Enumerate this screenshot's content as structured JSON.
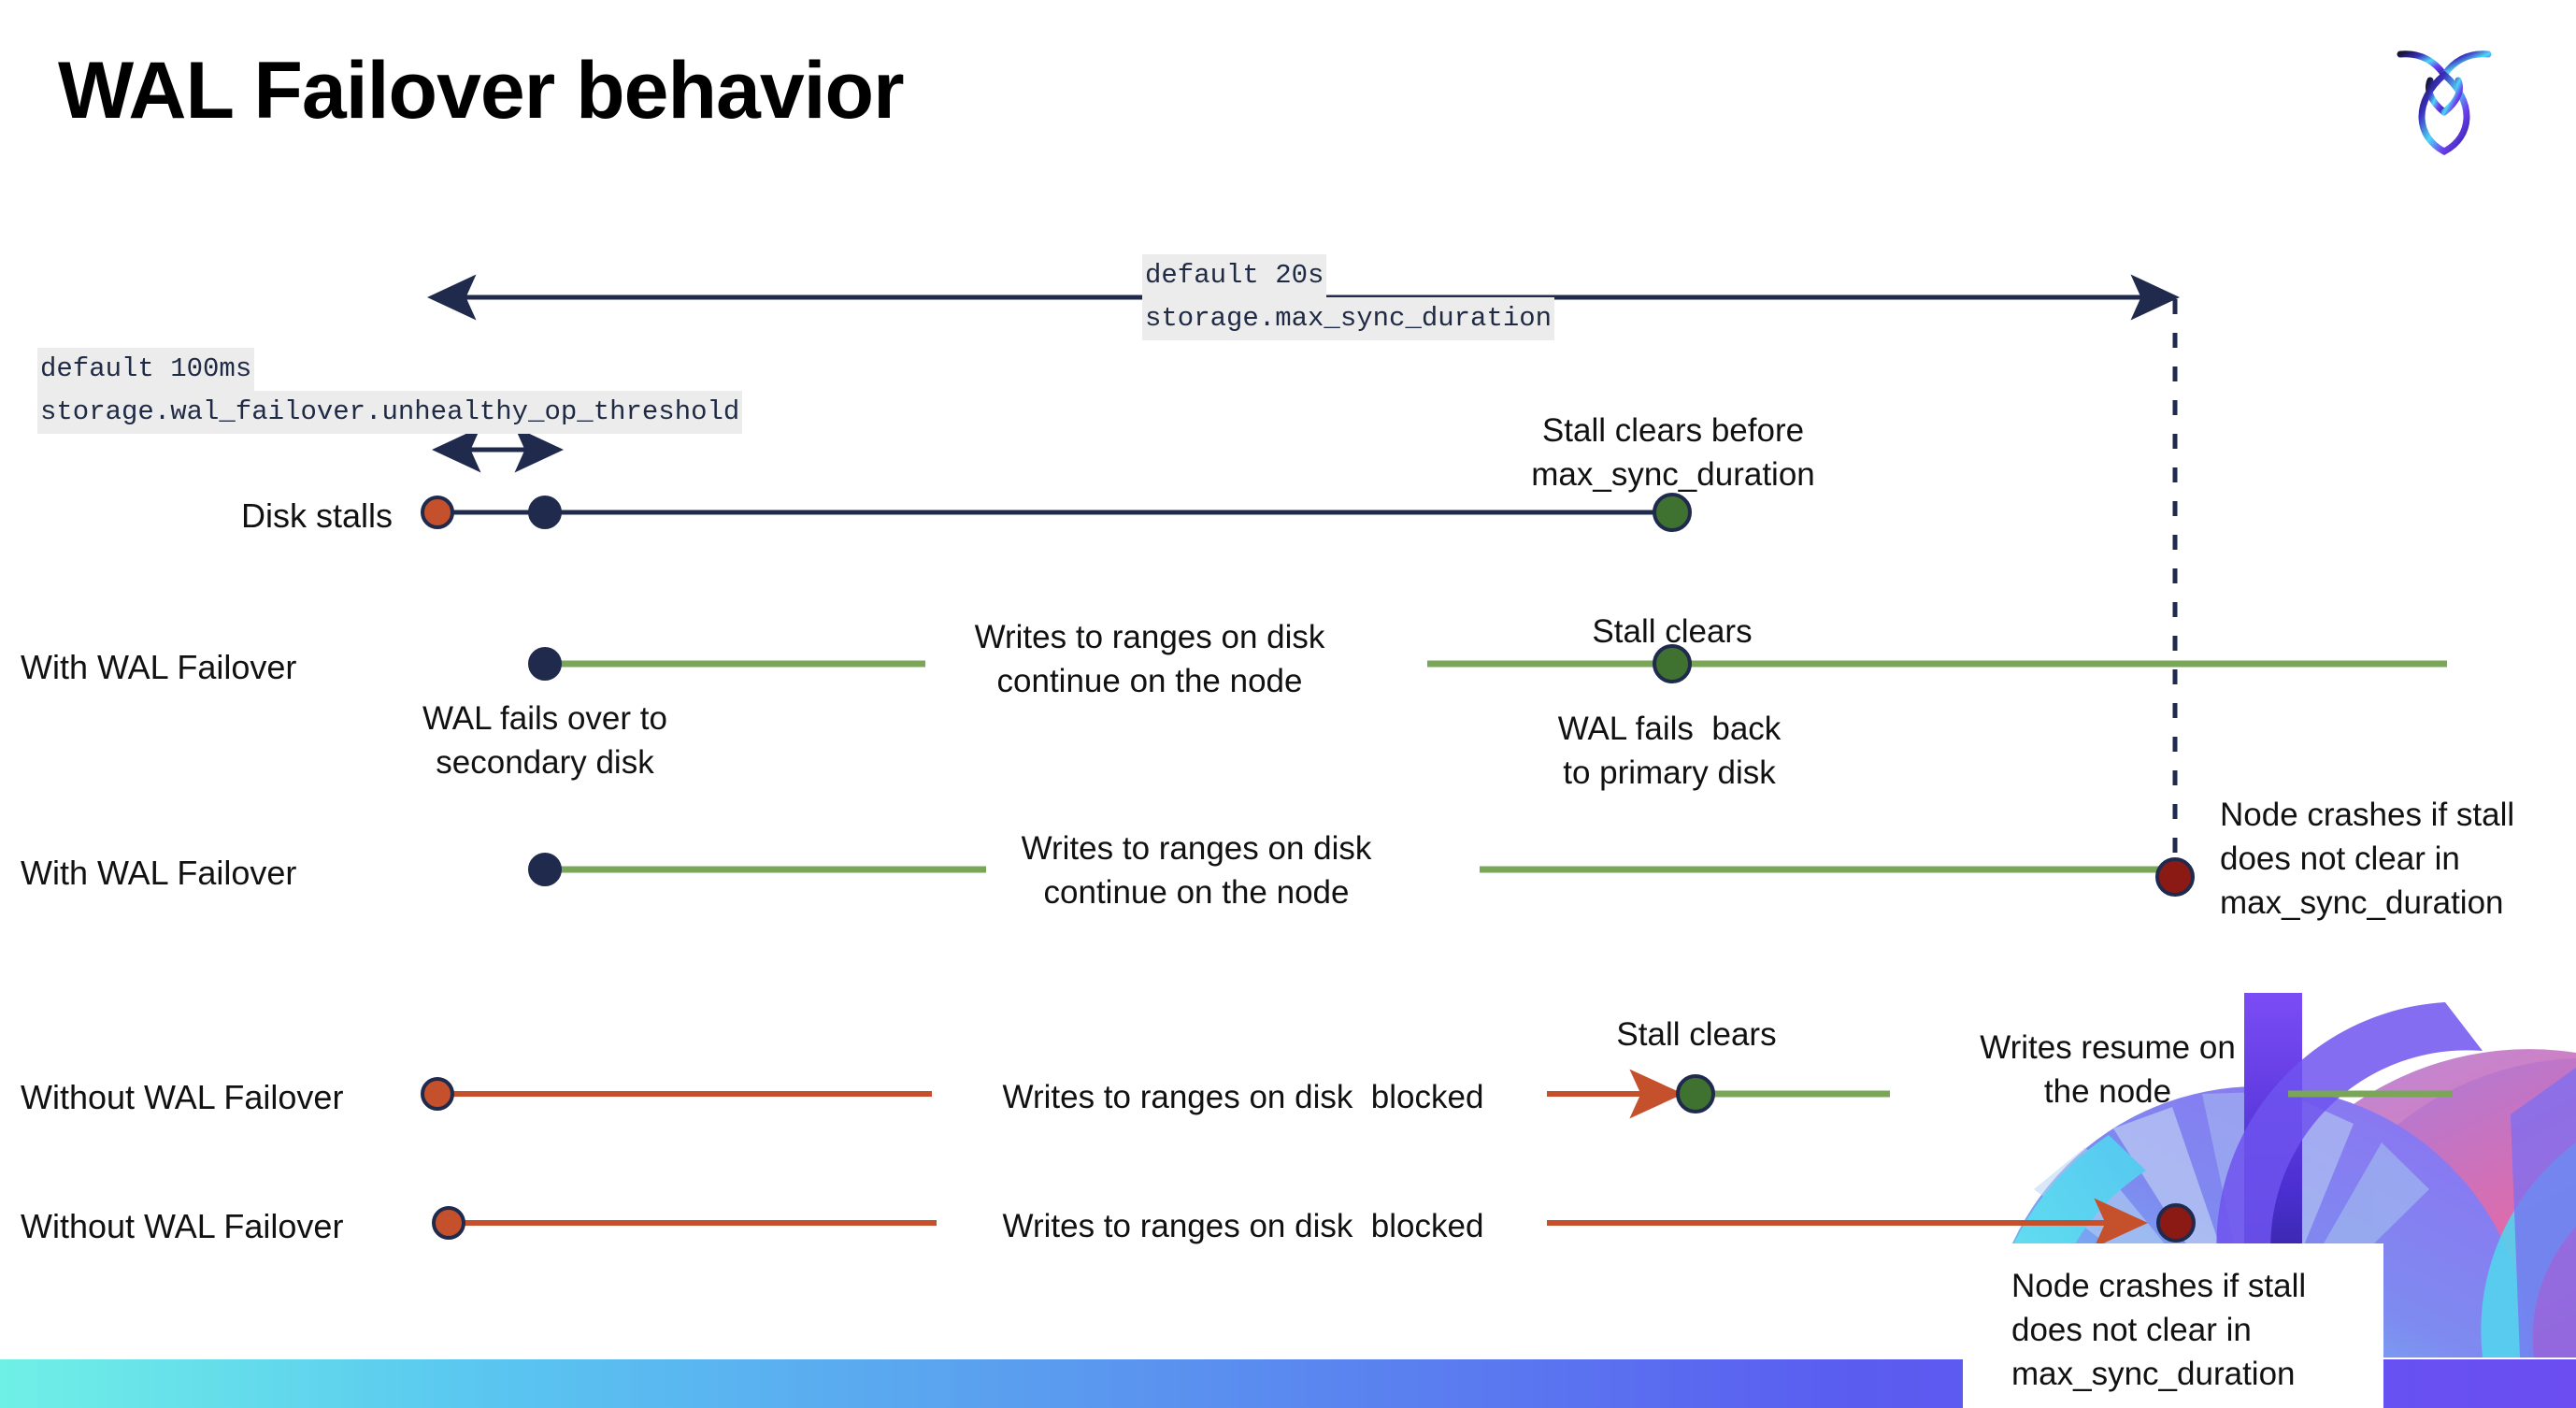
{
  "slide": {
    "title": "WAL Failover behavior",
    "logo_name": "cockroachdb-logo"
  },
  "annotations": {
    "max_sync": {
      "line1": "default 20s",
      "line2": "storage.max_sync_duration"
    },
    "unhealthy_threshold": {
      "line1": "default 100ms",
      "line2": "storage.wal_failover.unhealthy_op_threshold"
    }
  },
  "rows": [
    {
      "id": "disk-stalls",
      "label": "Disk stalls",
      "note_right": "Stall clears before\nmax_sync_duration"
    },
    {
      "id": "with-wal-failover-recovers",
      "label": "With WAL Failover",
      "note_below_start": "WAL fails over to\nsecondary disk",
      "note_mid": "Writes to ranges on disk\ncontinue on the node",
      "note_above_end": "Stall clears",
      "note_below_end": "WAL fails  back\nto primary disk"
    },
    {
      "id": "with-wal-failover-crashes",
      "label": "With WAL Failover",
      "note_mid": "Writes to ranges on disk\ncontinue on the node",
      "note_right": "Node crashes if stall\ndoes not clear in\nmax_sync_duration"
    },
    {
      "id": "without-wal-failover-recovers",
      "label": "Without WAL Failover",
      "note_mid": "Writes to ranges on disk  blocked",
      "note_above_end": "Stall clears",
      "note_right": "Writes resume on\nthe node"
    },
    {
      "id": "without-wal-failover-crashes",
      "label": "Without WAL Failover",
      "note_mid": "Writes to ranges on disk  blocked",
      "note_callout": "Node crashes if stall\ndoes not clear in\nmax_sync_duration"
    }
  ],
  "legend_colors": {
    "navy": "#1f2a4d",
    "stall_start_orange": "#c4502c",
    "stall_clear_green": "#3f7230",
    "crash_dark_red": "#8c1a14",
    "healthy_line_green": "#79a košice",
    "healthy_green": "#7aa757",
    "blocked_orange": "#c4502c"
  }
}
